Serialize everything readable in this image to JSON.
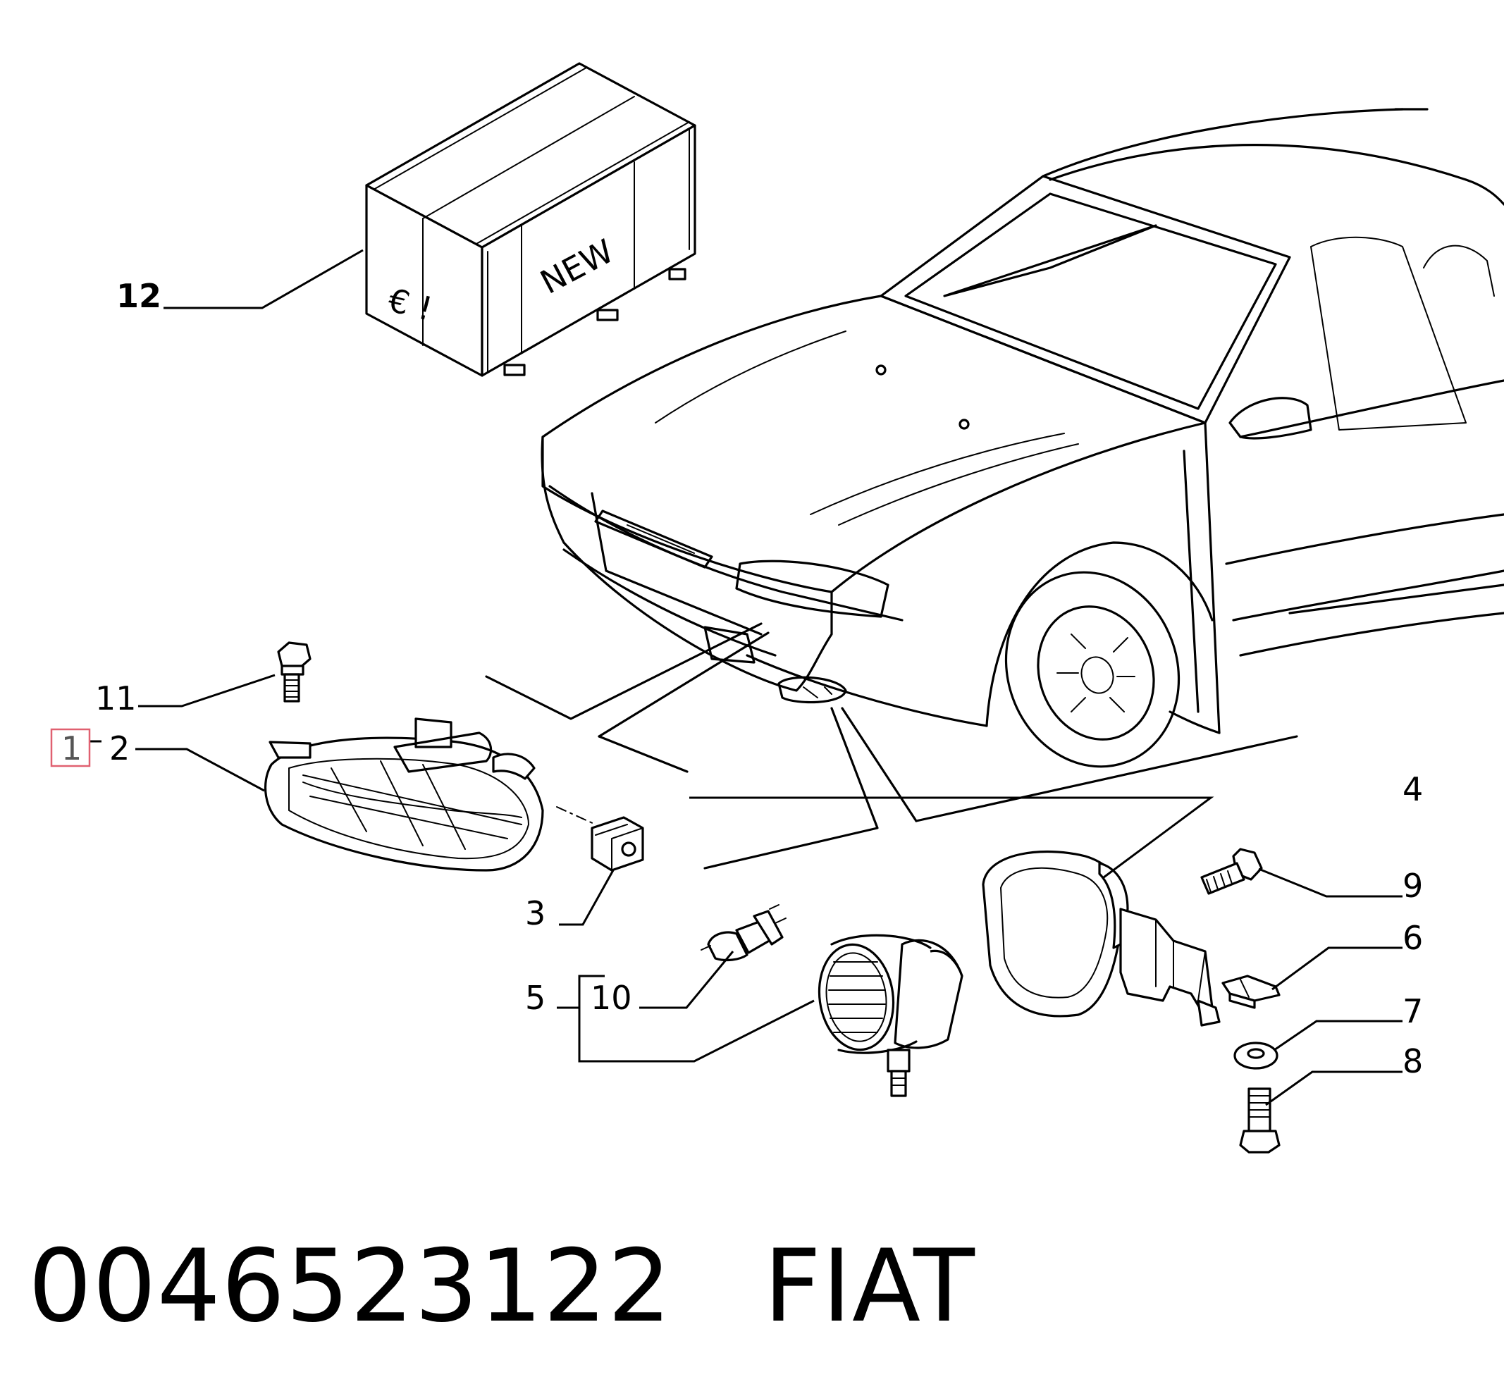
{
  "diagram": {
    "callouts": {
      "c1": "1",
      "c2": "2",
      "c3": "3",
      "c4": "4",
      "c5": "5",
      "c6": "6",
      "c7": "7",
      "c8": "8",
      "c9": "9",
      "c10": "10",
      "c11": "11",
      "c12": "12"
    },
    "highlighted_callout": "1",
    "highlight_color": "#e06070",
    "box": {
      "euro": "€ !",
      "new": "NEW"
    }
  },
  "footer": {
    "part_number": "0046523122",
    "brand": "FIAT"
  }
}
